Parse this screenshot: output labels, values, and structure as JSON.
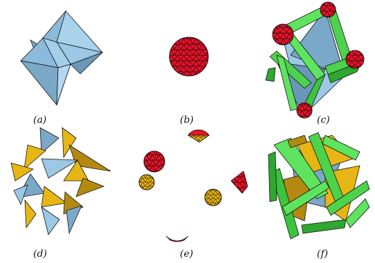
{
  "figure": {
    "panels": [
      {
        "caption": "(a)",
        "content": "blue-star-polyhedron"
      },
      {
        "caption": "(b)",
        "content": "red-geodesic-sphere"
      },
      {
        "caption": "(c)",
        "content": "star-with-green-edges-and-red-vertex-caps"
      },
      {
        "caption": "(d)",
        "content": "exploded-blue-yellow-star-faces"
      },
      {
        "caption": "(e)",
        "content": "scattered-red-and-yellow-sphere-fragments"
      },
      {
        "caption": "(f)",
        "content": "exploded-star-with-green-edges"
      }
    ]
  },
  "colors": {
    "face_blue": "#9cc8e6",
    "face_blue_dark": "#7aa8c8",
    "face_yellow": "#e8b614",
    "face_yellow_dark": "#b38a0f",
    "edge_green": "#5ee45e",
    "edge_green_dark": "#2ea82e",
    "sphere_red": "#e5142a",
    "sphere_red_dark": "#a80c1c",
    "outline": "#111111"
  }
}
